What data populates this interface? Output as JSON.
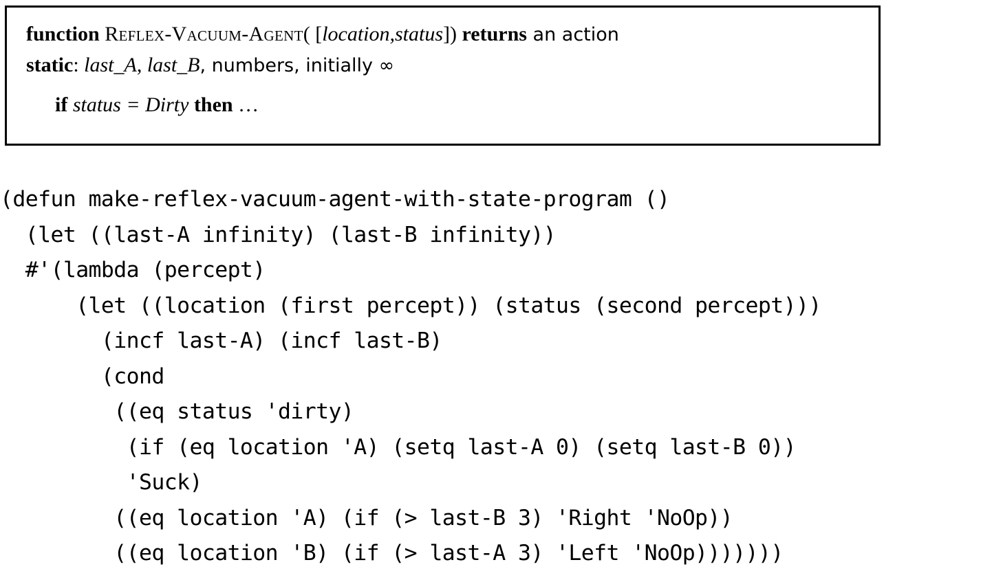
{
  "figure": {
    "pseudocode_box": {
      "line1": {
        "kw_function": "function",
        "agent_name": "Reflex-Vacuum-Agent",
        "open_paren": "( [",
        "params": "location,status",
        "close_paren": "]) ",
        "kw_returns": "returns",
        "tail": " an action"
      },
      "line2": {
        "kw_static": "static",
        "colon": ": ",
        "var_a": "last_A",
        "sep1": ", ",
        "var_b": "last_B",
        "tail": ", numbers, initially ",
        "infinity": "∞"
      },
      "line3": {
        "kw_if": "if",
        "var_status": "status",
        "eq": " = ",
        "val_dirty": "Dirty",
        "kw_then": "then",
        "ellipsis": "…"
      }
    }
  },
  "code": {
    "language": "lisp",
    "lines": [
      "(defun make-reflex-vacuum-agent-with-state-program ()",
      "  (let ((last-A infinity) (last-B infinity))",
      "  #'(lambda (percept)",
      "      (let ((location (first percept)) (status (second percept)))",
      "        (incf last-A) (incf last-B)",
      "        (cond",
      "         ((eq status 'dirty)",
      "          (if (eq location 'A) (setq last-A 0) (setq last-B 0))",
      "          'Suck)",
      "         ((eq location 'A) (if (> last-B 3) 'Right 'NoOp))",
      "         ((eq location 'B) (if (> last-A 3) 'Left 'NoOp)))))))"
    ]
  },
  "colors": {
    "text": "#000000",
    "background": "#ffffff",
    "box_border": "#000000"
  }
}
